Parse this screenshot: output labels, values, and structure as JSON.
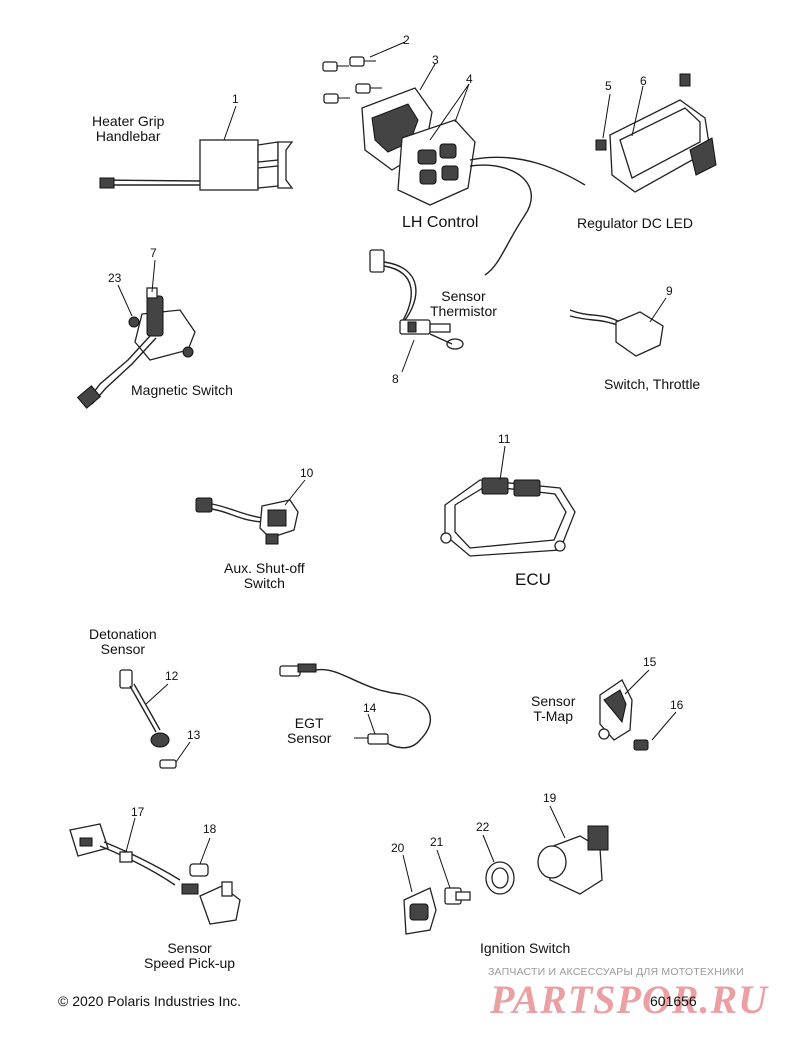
{
  "callouts": [
    "1",
    "2",
    "3",
    "4",
    "5",
    "6",
    "7",
    "8",
    "9",
    "10",
    "11",
    "12",
    "13",
    "14",
    "15",
    "16",
    "17",
    "18",
    "19",
    "20",
    "21",
    "22",
    "23"
  ],
  "labels": {
    "heater_grip_line1": "Heater Grip",
    "heater_grip_line2": "Handlebar",
    "lh_control": "LH Control",
    "regulator": "Regulator DC LED",
    "sensor_thermistor_line1": "Sensor",
    "sensor_thermistor_line2": "Thermistor",
    "magnetic_switch": "Magnetic Switch",
    "switch_throttle": "Switch, Throttle",
    "aux_shutoff_line1": "Aux. Shut-off",
    "aux_shutoff_line2": "Switch",
    "ecu": "ECU",
    "detonation_line1": "Detonation",
    "detonation_line2": "Sensor",
    "egt_line1": "EGT",
    "egt_line2": "Sensor",
    "tmap_line1": "Sensor",
    "tmap_line2": "T-Map",
    "speed_line1": "Sensor",
    "speed_line2": "Speed Pick-up",
    "ignition_switch": "Ignition Switch"
  },
  "footer": {
    "copyright": "© 2020 Polaris Industries Inc.",
    "doc_number": "601656"
  },
  "watermark": {
    "tagline": "ЗАПЧАСТИ И АКСЕССУАРЫ ДЛЯ МОТОТЕХНИКИ",
    "logo": "PARTSPOR.RU"
  }
}
